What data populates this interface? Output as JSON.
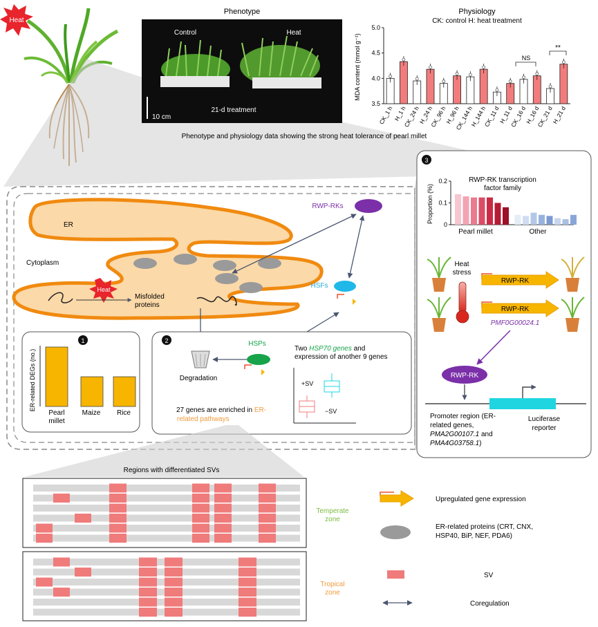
{
  "colors": {
    "orange": "#f5a21b",
    "er_fill": "#fbd9a8",
    "er_stroke": "#f08a10",
    "sv_red": "#f07b7b",
    "gray_bar": "#d8d8d8",
    "purple": "#7b2fa8",
    "cyan": "#1fd6e0",
    "green": "#17a34a",
    "heat_red": "#e8242c",
    "bar_yellow": "#f7b500",
    "teal_text": "#27a9d6",
    "orange_text": "#f09a3c",
    "green_text": "#7dbd42",
    "pink_bar": "#f27c7c"
  },
  "top": {
    "heat_label": "Heat",
    "phenotype_title": "Phenotype",
    "photo_control": "Control",
    "photo_heat": "Heat",
    "photo_scale": "10 cm",
    "photo_caption": "21-d treatment",
    "physiology_title": "Physiology",
    "physiology_subtitle": "CK: control H: heat treatment",
    "caption": "Phenotype and physiology data showing the strong heat tolerance of pearl millet"
  },
  "chart_data": [
    {
      "type": "bar",
      "ylabel": "MDA content (mmol g⁻¹)",
      "ylim": [
        3.5,
        5.0
      ],
      "yticks": [
        "3.5",
        "4.0",
        "4.5",
        "5.0"
      ],
      "categories": [
        "CK_1 h",
        "H_1 h",
        "CK_24 h",
        "H_24 h",
        "CK_96 h",
        "H_96 h",
        "CK_144 h",
        "H_144 h",
        "CK_11 d",
        "H_11 d",
        "CK_16 d",
        "H_16 d",
        "CK_21 d",
        "H_21 d"
      ],
      "values": [
        4.0,
        4.33,
        3.95,
        4.18,
        3.9,
        4.05,
        4.03,
        4.18,
        3.73,
        3.9,
        3.98,
        4.05,
        3.8,
        4.28
      ],
      "annotations": [
        {
          "text": "NS",
          "between": [
            "CK_16 d",
            "H_16 d"
          ]
        },
        {
          "text": "**",
          "between": [
            "CK_21 d",
            "H_21 d"
          ]
        }
      ]
    },
    {
      "type": "bar",
      "ylabel": "ER-related DEGs (no.)",
      "categories": [
        "Pearl millet",
        "Maize",
        "Rice"
      ],
      "values": [
        1.0,
        0.5,
        0.5
      ]
    },
    {
      "type": "bar",
      "title": "RWP-RK transcription factor family",
      "ylabel": "Proportion (%)",
      "ylim": [
        0,
        0.2
      ],
      "yticks": [
        "0",
        "0.1",
        "0.2"
      ],
      "groups": [
        "Pearl millet",
        "Other"
      ],
      "values": [
        0.14,
        0.13,
        0.125,
        0.125,
        0.125,
        0.1,
        0.08,
        0.045,
        0.04,
        0.055,
        0.045,
        0.04,
        0.03,
        0.025,
        0.045
      ]
    }
  ],
  "cell": {
    "er_label": "ER",
    "cytoplasm_label": "Cytoplasm",
    "heat_label": "Heat",
    "misfolded_label": "Misfolded proteins",
    "rwp_label": "RWP-RKs",
    "hsfs_label": "HSFs",
    "hsps_label": "HSPs",
    "degradation_label": "Degradation"
  },
  "panel1": {
    "number": "1",
    "ylabel": "ER-related DEGs (no.)",
    "bars": [
      "Pearl millet",
      "Maize",
      "Rice"
    ]
  },
  "panel2": {
    "number": "2",
    "text_a": "Two ",
    "text_gene": "HSP70 genes",
    "text_b": " and",
    "text_c": "expression of another 9 genes",
    "sv_plus": "+SV",
    "sv_minus": "−SV",
    "enriched_a": "27 genes are enriched in ",
    "enriched_b": "ER-",
    "enriched_c": "related pathways"
  },
  "panel3": {
    "number": "3",
    "chart_title_1": "RWP-RK transcription",
    "chart_title_2": "factor family",
    "ylabel": "Proportion (%)",
    "group_pm": "Pearl millet",
    "group_other": "Other",
    "heat_stress_1": "Heat",
    "heat_stress_2": "stress",
    "rwp_rk": "RWP-RK",
    "gene_id": "PMF0G00024.1",
    "promoter_1": "Promoter region (ER-",
    "promoter_2": "related genes,",
    "promoter_3a": "PMA2G00107.1",
    "promoter_3b": " and",
    "promoter_4": "PMA4G03758.1",
    "promoter_4b": ")",
    "luciferase_1": "Luciferase",
    "luciferase_2": "reporter"
  },
  "bottom": {
    "regions_title": "Regions with differentiated SVs",
    "temperate_1": "Temperate",
    "temperate_2": "zone",
    "tropical_1": "Tropical",
    "tropical_2": "zone"
  },
  "legend": {
    "upregulated": "Upregulated gene expression",
    "er_proteins_1": "ER-related proteins (CRT, CNX,",
    "er_proteins_2": "HSP40, BiP, NEF, PDA6)",
    "sv": "SV",
    "coregulation": "Coregulation"
  }
}
